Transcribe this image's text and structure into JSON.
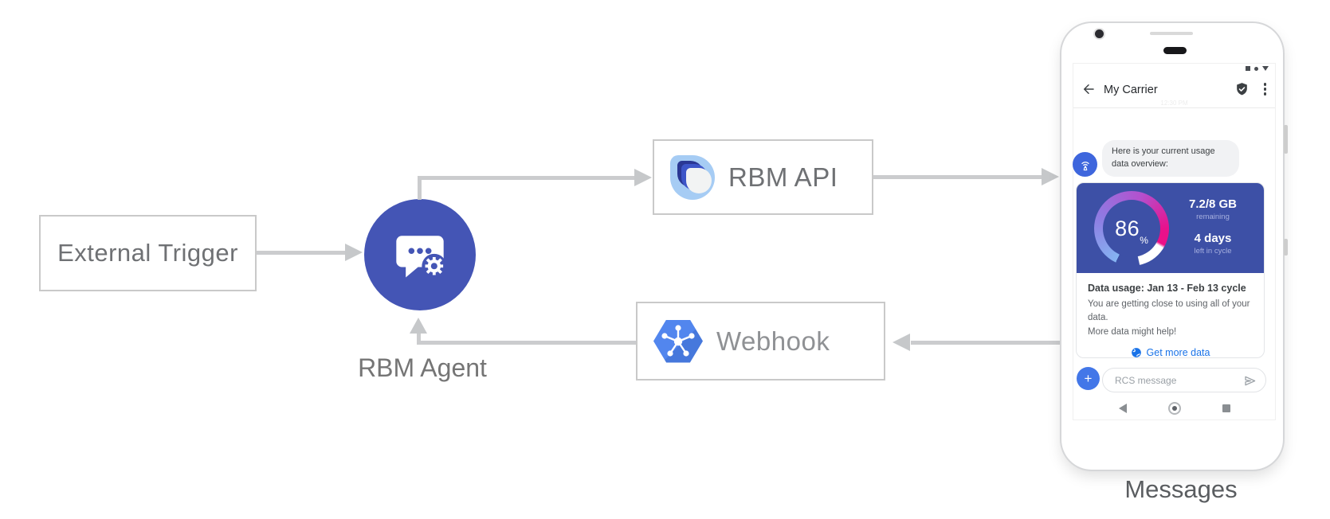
{
  "diagram": {
    "external_trigger_label": "External Trigger",
    "rbm_agent_label": "RBM Agent",
    "rbm_api_label": "RBM API",
    "webhook_label": "Webhook",
    "messages_label": "Messages",
    "colors": {
      "arrow_gray": "#C6C8CA",
      "agent_circle_blue": "#4455B5",
      "webhook_hexagon_blue": "#5286EE",
      "rbm_logo_light_blue": "#A6CCF4",
      "rbm_logo_navy": "#2A3794",
      "rbm_logo_royal": "#3D55C8"
    }
  },
  "phone": {
    "status_icons": [
      "square-icon",
      "dot-icon",
      "triangle-icon"
    ],
    "header": {
      "title": "My Carrier",
      "back_icon": "back-arrow",
      "verified_badge_icon": "shield-check",
      "menu_icon": "three-dot-overflow"
    },
    "faint_timestamp": "12:30 PM",
    "conversation": {
      "bubble_line1": "Here is your current usage",
      "bubble_line2": "data overview:",
      "card": {
        "gauge_percent": "86",
        "percent_sign": "%",
        "usage_value": "7.2/8 GB",
        "usage_caption": "remaining",
        "days_value": "4 days",
        "days_caption": "left in cycle",
        "title": "Data usage: Jan 13 - Feb 13 cycle",
        "body_line1": "You are getting close to using all of your data.",
        "body_line2": "More data might help!",
        "action_label": "Get more data",
        "card_blue": "#3D50A6",
        "link_blue": "#1A73E8"
      }
    },
    "composer": {
      "plus_label": "+",
      "placeholder": "RCS message"
    }
  }
}
